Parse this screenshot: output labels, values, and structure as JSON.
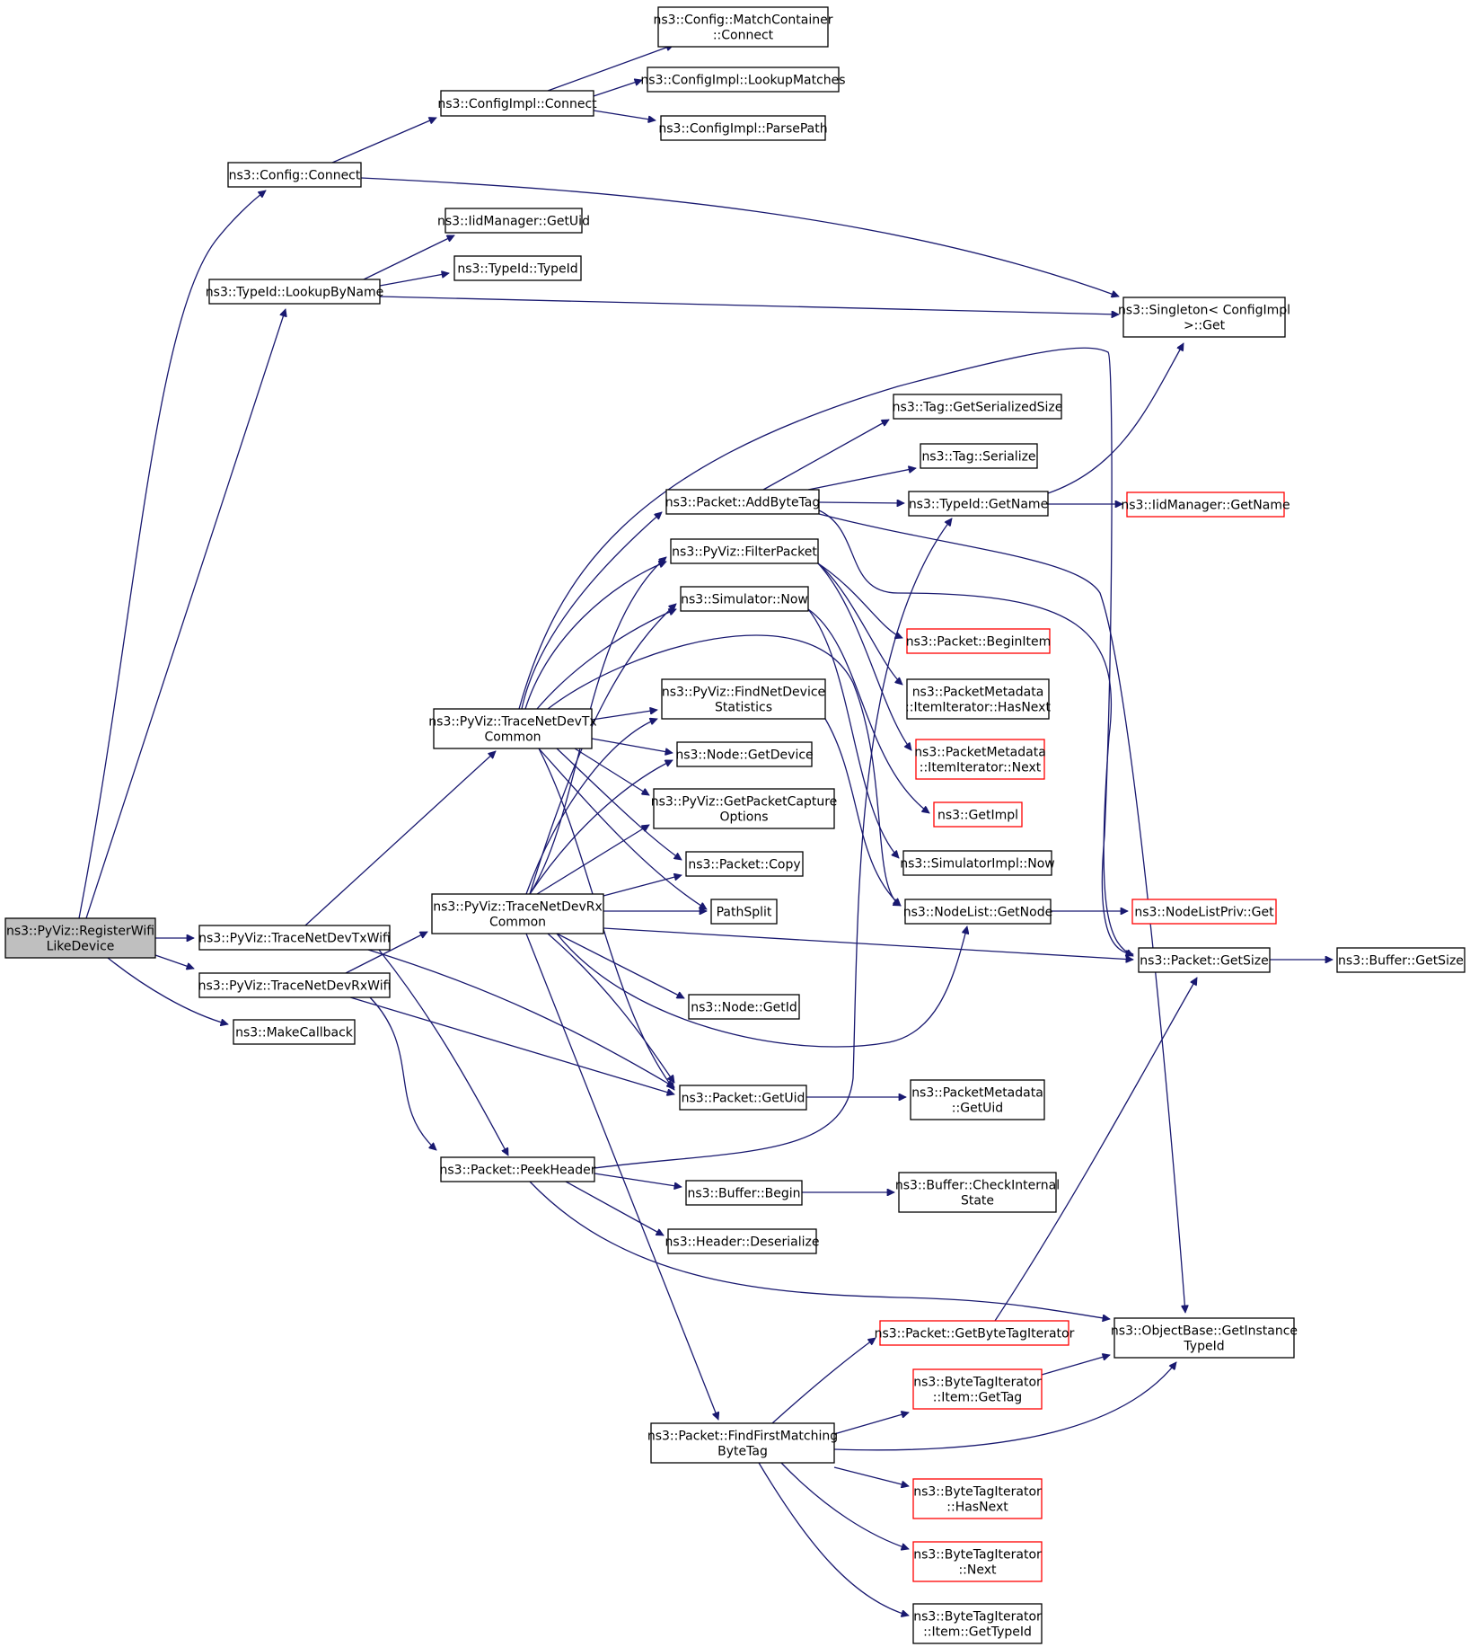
{
  "diagram": {
    "colors": {
      "edge": "#191970",
      "border_normal": "#000000",
      "border_truncated": "#ff0000",
      "fill_root": "#bfbfbf",
      "fill_normal": "#ffffff"
    },
    "nodes": [
      {
        "id": "root",
        "lines": [
          "ns3::PyViz::RegisterWifi",
          "LikeDevice"
        ],
        "style": "root"
      },
      {
        "id": "txwifi",
        "lines": [
          "ns3::PyViz::TraceNetDevTxWifi"
        ],
        "style": "normal"
      },
      {
        "id": "rxwifi",
        "lines": [
          "ns3::PyViz::TraceNetDevRxWifi"
        ],
        "style": "normal"
      },
      {
        "id": "makecb",
        "lines": [
          "ns3::MakeCallback"
        ],
        "style": "normal"
      },
      {
        "id": "cfgconnect",
        "lines": [
          "ns3::Config::Connect"
        ],
        "style": "normal"
      },
      {
        "id": "lookupbyname",
        "lines": [
          "ns3::TypeId::LookupByName"
        ],
        "style": "normal"
      },
      {
        "id": "implconnect",
        "lines": [
          "ns3::ConfigImpl::Connect"
        ],
        "style": "normal"
      },
      {
        "id": "matchconnect",
        "lines": [
          "ns3::Config::MatchContainer",
          "::Connect"
        ],
        "style": "normal"
      },
      {
        "id": "lookupmatches",
        "lines": [
          "ns3::ConfigImpl::LookupMatches"
        ],
        "style": "normal"
      },
      {
        "id": "parsepath",
        "lines": [
          "ns3::ConfigImpl::ParsePath"
        ],
        "style": "normal"
      },
      {
        "id": "iidgetuid",
        "lines": [
          "ns3::IidManager::GetUid"
        ],
        "style": "normal"
      },
      {
        "id": "typeidctor",
        "lines": [
          "ns3::TypeId::TypeId"
        ],
        "style": "normal"
      },
      {
        "id": "singleton",
        "lines": [
          "ns3::Singleton< ConfigImpl",
          " >::Get"
        ],
        "style": "normal"
      },
      {
        "id": "txcommon",
        "lines": [
          "ns3::PyViz::TraceNetDevTx",
          "Common"
        ],
        "style": "normal"
      },
      {
        "id": "rxcommon",
        "lines": [
          "ns3::PyViz::TraceNetDevRx",
          "Common"
        ],
        "style": "normal"
      },
      {
        "id": "peekheader",
        "lines": [
          "ns3::Packet::PeekHeader"
        ],
        "style": "normal"
      },
      {
        "id": "tagsersize",
        "lines": [
          "ns3::Tag::GetSerializedSize"
        ],
        "style": "normal"
      },
      {
        "id": "tagserialize",
        "lines": [
          "ns3::Tag::Serialize"
        ],
        "style": "normal"
      },
      {
        "id": "addbytetag",
        "lines": [
          "ns3::Packet::AddByteTag"
        ],
        "style": "normal"
      },
      {
        "id": "typeidname",
        "lines": [
          "ns3::TypeId::GetName"
        ],
        "style": "normal"
      },
      {
        "id": "iidname",
        "lines": [
          "ns3::IidManager::GetName"
        ],
        "style": "truncated"
      },
      {
        "id": "filterpacket",
        "lines": [
          "ns3::PyViz::FilterPacket"
        ],
        "style": "normal"
      },
      {
        "id": "simnow",
        "lines": [
          "ns3::Simulator::Now"
        ],
        "style": "normal"
      },
      {
        "id": "beginitem",
        "lines": [
          "ns3::Packet::BeginItem"
        ],
        "style": "truncated"
      },
      {
        "id": "finddevstats",
        "lines": [
          "ns3::PyViz::FindNetDevice",
          "Statistics"
        ],
        "style": "normal"
      },
      {
        "id": "hasnext",
        "lines": [
          "ns3::PacketMetadata",
          "::ItemIterator::HasNext"
        ],
        "style": "normal"
      },
      {
        "id": "nodegetdevice",
        "lines": [
          "ns3::Node::GetDevice"
        ],
        "style": "normal"
      },
      {
        "id": "itemnext",
        "lines": [
          "ns3::PacketMetadata",
          "::ItemIterator::Next"
        ],
        "style": "truncated"
      },
      {
        "id": "capopts",
        "lines": [
          "ns3::PyViz::GetPacketCapture",
          "Options"
        ],
        "style": "normal"
      },
      {
        "id": "getimpl",
        "lines": [
          "ns3::GetImpl"
        ],
        "style": "truncated"
      },
      {
        "id": "pktcopy",
        "lines": [
          "ns3::Packet::Copy"
        ],
        "style": "normal"
      },
      {
        "id": "simimplnow",
        "lines": [
          "ns3::SimulatorImpl::Now"
        ],
        "style": "normal"
      },
      {
        "id": "pathsplit",
        "lines": [
          "PathSplit"
        ],
        "style": "normal"
      },
      {
        "id": "nodelistget",
        "lines": [
          "ns3::NodeList::GetNode"
        ],
        "style": "normal"
      },
      {
        "id": "nodelistpriv",
        "lines": [
          "ns3::NodeListPriv::Get"
        ],
        "style": "truncated"
      },
      {
        "id": "pktgetsize",
        "lines": [
          "ns3::Packet::GetSize"
        ],
        "style": "normal"
      },
      {
        "id": "bufgetsize",
        "lines": [
          "ns3::Buffer::GetSize"
        ],
        "style": "normal"
      },
      {
        "id": "nodegetid",
        "lines": [
          "ns3::Node::GetId"
        ],
        "style": "normal"
      },
      {
        "id": "pktgetuid",
        "lines": [
          "ns3::Packet::GetUid"
        ],
        "style": "normal"
      },
      {
        "id": "pmgetuid",
        "lines": [
          "ns3::PacketMetadata",
          "::GetUid"
        ],
        "style": "normal"
      },
      {
        "id": "bufbegin",
        "lines": [
          "ns3::Buffer::Begin"
        ],
        "style": "normal"
      },
      {
        "id": "bufcheck",
        "lines": [
          "ns3::Buffer::CheckInternal",
          "State"
        ],
        "style": "normal"
      },
      {
        "id": "hdrdeser",
        "lines": [
          "ns3::Header::Deserialize"
        ],
        "style": "normal"
      },
      {
        "id": "getinsttid",
        "lines": [
          "ns3::ObjectBase::GetInstance",
          "TypeId"
        ],
        "style": "normal"
      },
      {
        "id": "getbtiter",
        "lines": [
          "ns3::Packet::GetByteTagIterator"
        ],
        "style": "truncated"
      },
      {
        "id": "itemgettag",
        "lines": [
          "ns3::ByteTagIterator",
          "::Item::GetTag"
        ],
        "style": "truncated"
      },
      {
        "id": "findfirst",
        "lines": [
          "ns3::Packet::FindFirstMatching",
          "ByteTag"
        ],
        "style": "normal"
      },
      {
        "id": "bthasnext",
        "lines": [
          "ns3::ByteTagIterator",
          "::HasNext"
        ],
        "style": "truncated"
      },
      {
        "id": "btnext",
        "lines": [
          "ns3::ByteTagIterator",
          "::Next"
        ],
        "style": "truncated"
      },
      {
        "id": "btgettypeid",
        "lines": [
          "ns3::ByteTagIterator",
          "::Item::GetTypeId"
        ],
        "style": "normal"
      }
    ]
  }
}
